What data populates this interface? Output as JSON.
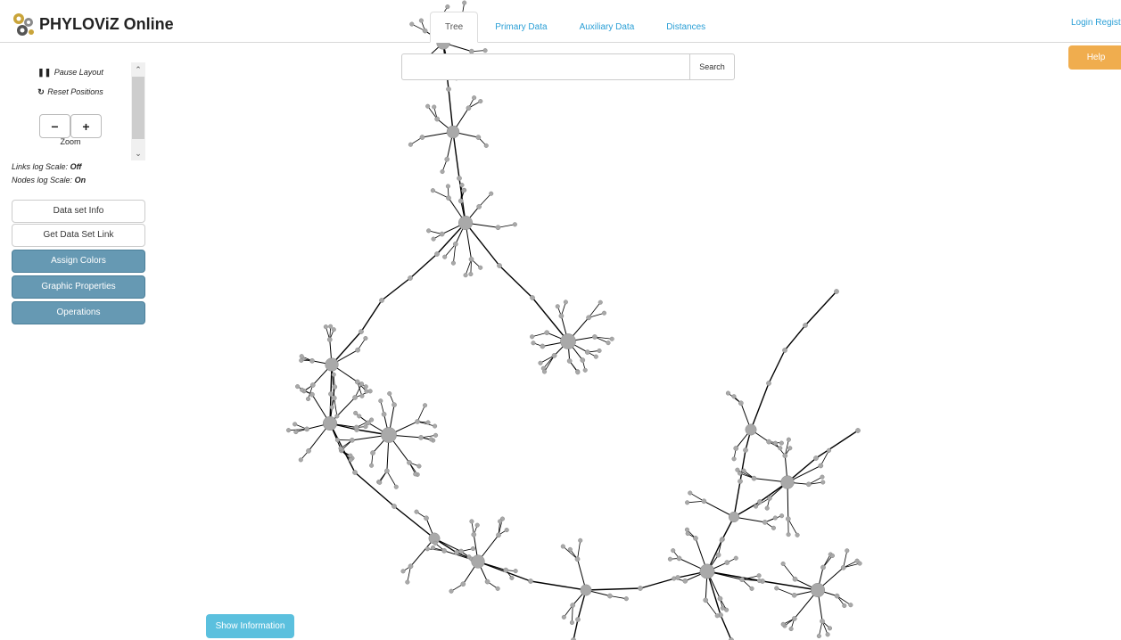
{
  "brand": {
    "title": "PHYLOViZ Online"
  },
  "tabs": [
    {
      "label": "Tree",
      "active": true
    },
    {
      "label": "Primary Data",
      "active": false
    },
    {
      "label": "Auxiliary Data",
      "active": false
    },
    {
      "label": "Distances",
      "active": false
    }
  ],
  "header": {
    "login_label": "Login Registe",
    "help_label": "Help"
  },
  "search": {
    "value": "",
    "placeholder": "",
    "button_label": "Search"
  },
  "controls": {
    "pause_label": "Pause Layout",
    "reset_label": "Reset Positions",
    "zoom_out_label": "−",
    "zoom_in_label": "+",
    "zoom_label": "Zoom",
    "links_log_label": "Links log Scale:",
    "links_log_value": "Off",
    "nodes_log_label": "Nodes log Scale:",
    "nodes_log_value": "On"
  },
  "sidebar": {
    "buttons": [
      {
        "label": "Data set Info",
        "style": "light"
      },
      {
        "label": "Get Data Set Link",
        "style": "light"
      },
      {
        "label": "Assign Colors",
        "style": "dark"
      },
      {
        "label": "Graphic Properties",
        "style": "dark"
      },
      {
        "label": "Operations",
        "style": "dark"
      }
    ]
  },
  "footer": {
    "show_info_label": "Show Information"
  },
  "colors": {
    "link_blue": "#2a9fd6",
    "help_orange": "#f0ad4e",
    "sidebar_dark_blue": "#6699b3",
    "show_info_cyan": "#5bc0de",
    "node_gray": "#a9a9a9",
    "edge_black": "#000000"
  },
  "icons": [
    "logo-icon",
    "pause-icon",
    "refresh-icon",
    "chevron-up-icon",
    "chevron-down-icon"
  ]
}
